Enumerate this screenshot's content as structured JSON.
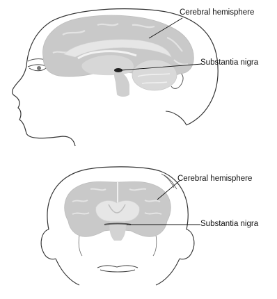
{
  "labels": {
    "top_cerebral": "Cerebral hemisphere",
    "top_substantia": "Substantia nigra",
    "bottom_cerebral": "Cerebral hemisphere",
    "bottom_substantia": "Substantia nigra"
  },
  "colors": {
    "brain_fill": "#c9c9c9",
    "deep_structure": "#e6e6e6",
    "nigra_dot": "#222222",
    "outline": "#333333"
  }
}
